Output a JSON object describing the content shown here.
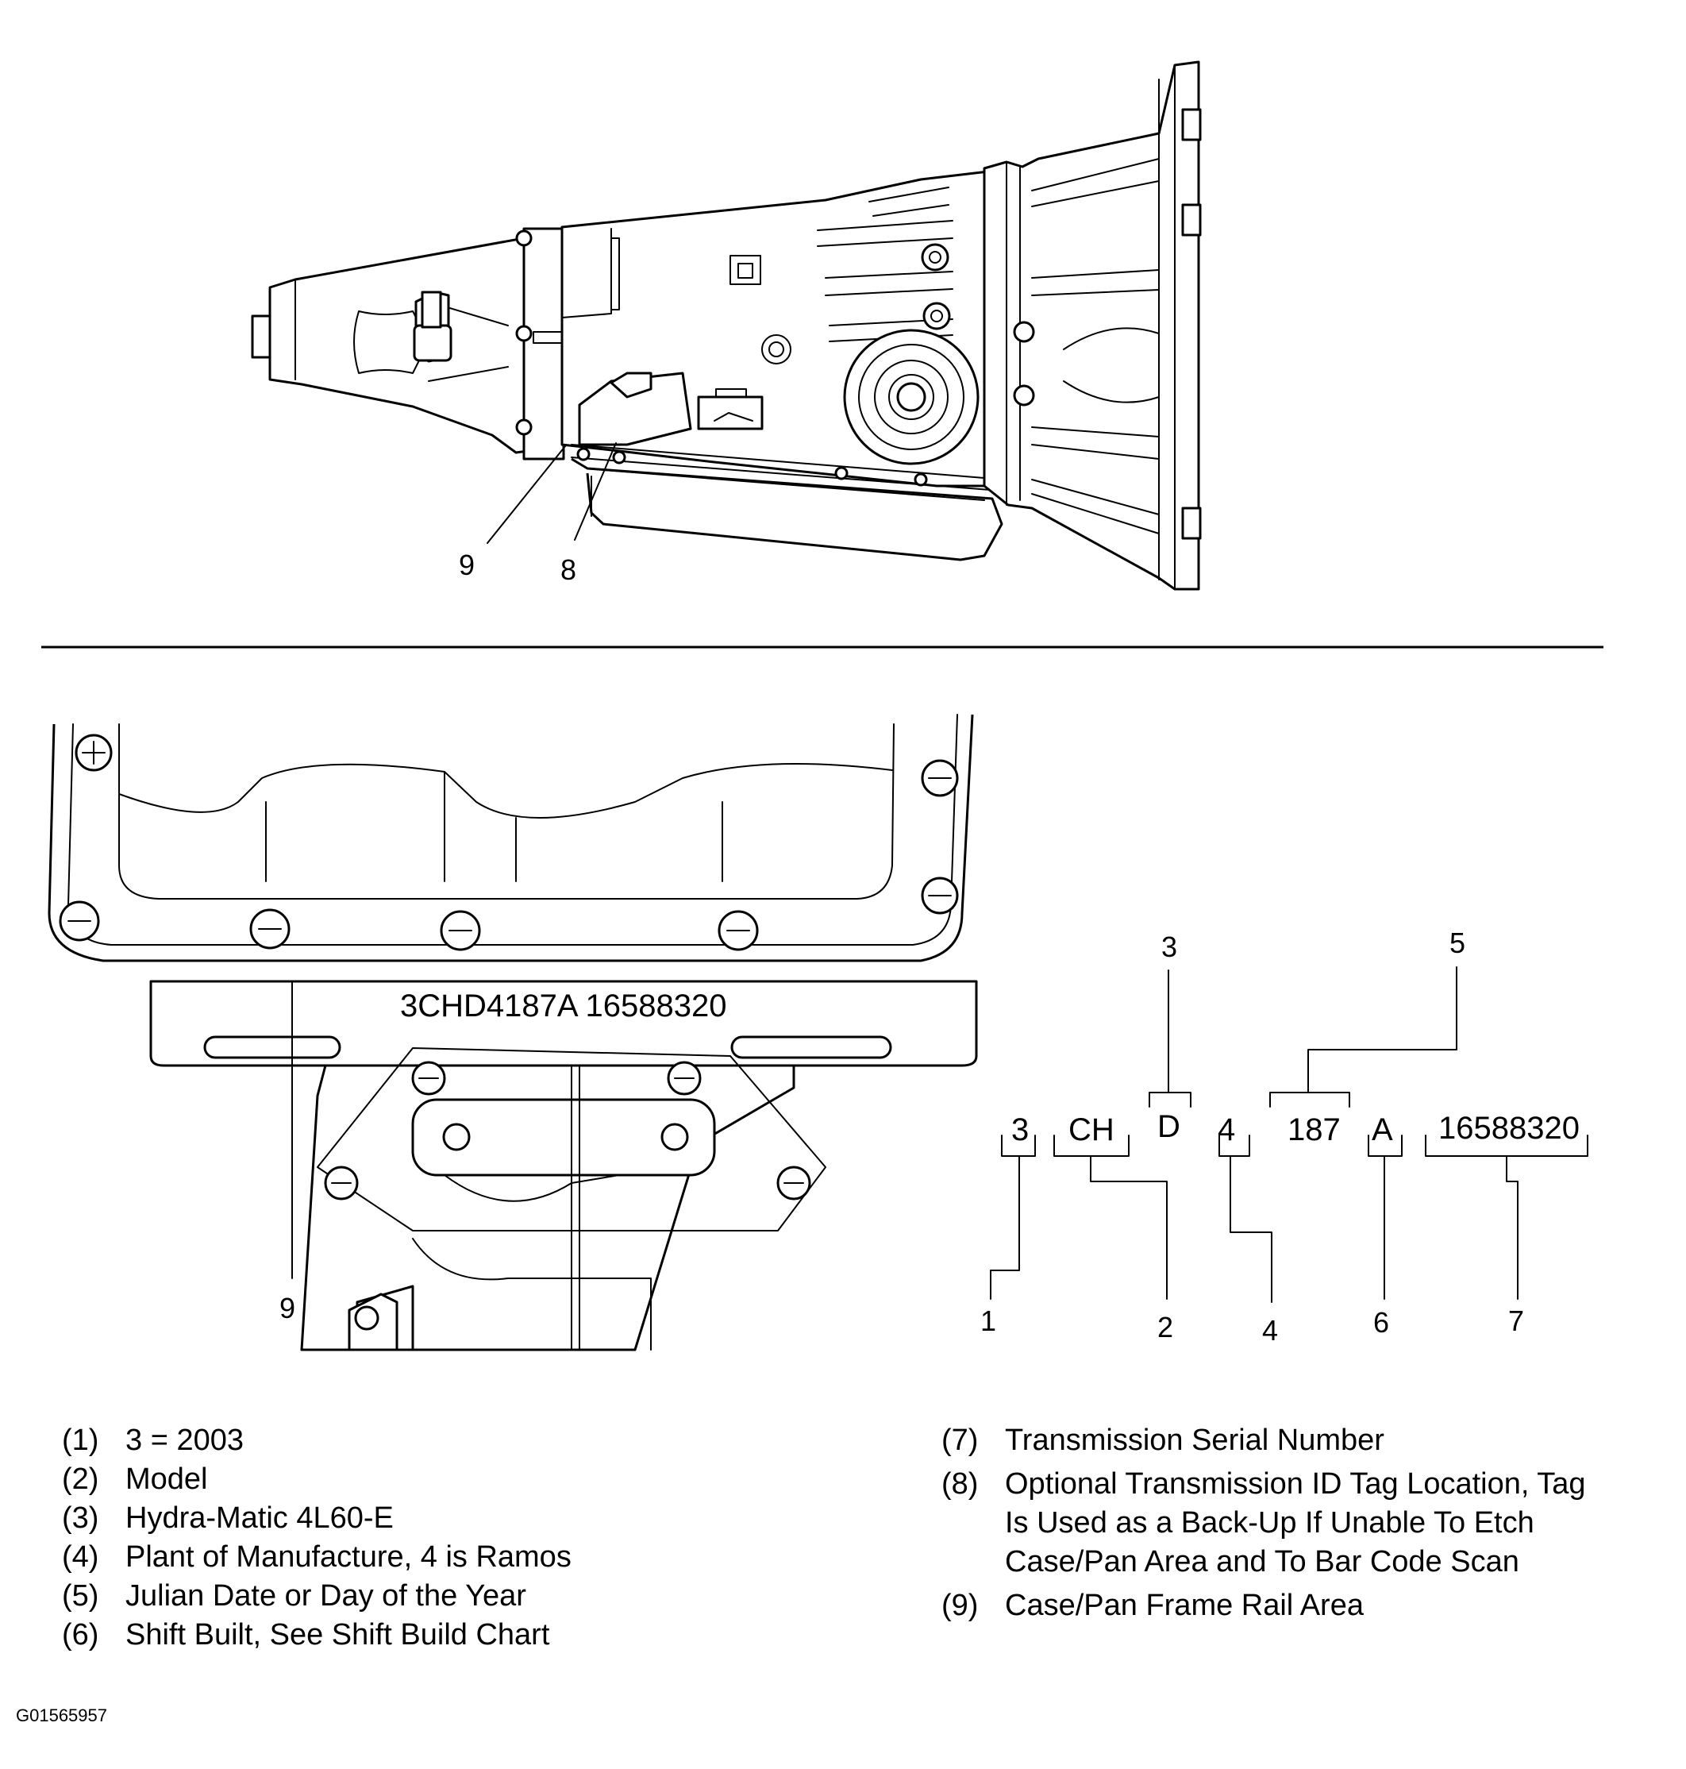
{
  "top_view": {
    "callouts": [
      "9",
      "8"
    ]
  },
  "bottom_view": {
    "etched_code": "3CHD4187A 16588320",
    "callout": "9"
  },
  "code_breakdown": {
    "segments": [
      "3",
      "CH",
      "D",
      "4",
      "187",
      "A",
      "16588320"
    ],
    "upper_labels": [
      "3",
      "5"
    ],
    "lower_labels": [
      "1",
      "2",
      "4",
      "6",
      "7"
    ]
  },
  "legend": {
    "left": [
      {
        "num": "(1)",
        "text": "3 = 2003"
      },
      {
        "num": "(2)",
        "text": "Model"
      },
      {
        "num": "(3)",
        "text": "Hydra-Matic 4L60-E"
      },
      {
        "num": "(4)",
        "text": "Plant of Manufacture, 4 is Ramos"
      },
      {
        "num": "(5)",
        "text": "Julian Date or Day of the Year"
      },
      {
        "num": "(6)",
        "text": "Shift Built, See Shift Build Chart"
      }
    ],
    "right": [
      {
        "num": "(7)",
        "text": "Transmission Serial Number"
      },
      {
        "num": "(8)",
        "text": "Optional Transmission ID Tag Location, Tag\nIs Used as a Back-Up If Unable To Etch\nCase/Pan Area and To Bar Code Scan"
      },
      {
        "num": "(9)",
        "text": "Case/Pan Frame Rail Area"
      }
    ]
  },
  "figure_id": "G01565957"
}
